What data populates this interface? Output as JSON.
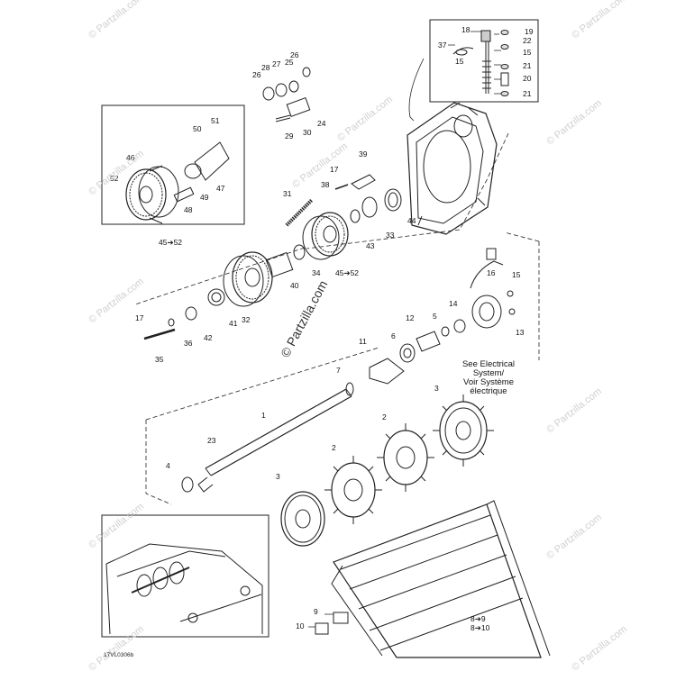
{
  "watermark": "© Partzilla.com",
  "see_electrical": [
    "See Electrical",
    "System/",
    "Voir Système",
    "électrique"
  ],
  "figure_code": "17VL0306b",
  "callouts": {
    "c18": "18",
    "c19": "19",
    "c37": "37",
    "c22": "22",
    "c15a": "15",
    "c15b": "15",
    "c21a": "21",
    "c20": "20",
    "c21b": "21",
    "c26a": "26",
    "c28": "28",
    "c27": "27",
    "c25": "25",
    "c26b": "26",
    "c24": "24",
    "c29": "29",
    "c30": "30",
    "c51": "51",
    "c50": "50",
    "c46": "46",
    "c52": "52",
    "c47": "47",
    "c49": "49",
    "c48": "48",
    "c45a": "45➔52",
    "c39": "39",
    "c17a": "17",
    "c38": "38",
    "c31": "31",
    "c44": "44",
    "c43": "43",
    "c33": "33",
    "c40": "40",
    "c34": "34",
    "c45b": "45➔52",
    "c16": "16",
    "c15c": "15",
    "c14": "14",
    "c5": "5",
    "c12": "12",
    "c6": "6",
    "c11": "11",
    "c13": "13",
    "c17b": "17",
    "c41": "41",
    "c32": "32",
    "c42": "42",
    "c36": "36",
    "c35": "35",
    "c7": "7",
    "c3a": "3",
    "c1": "1",
    "c2a": "2",
    "c23": "23",
    "c2b": "2",
    "c4": "4",
    "c3b": "3",
    "c9": "9",
    "c10": "10",
    "c89": "8➔9",
    "c810": "8➔10"
  }
}
